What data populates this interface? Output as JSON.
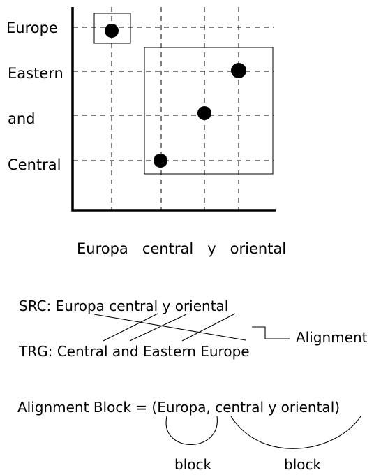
{
  "matrix": {
    "row_labels": [
      "Europe",
      "Eastern",
      "and",
      "Central"
    ],
    "column_caption": "Europa   central   y   oriental"
  },
  "alignment": {
    "src_line": "SRC: Europa central y oriental",
    "trg_line": "TRG: Central and Eastern Europe",
    "legend": "Alignment"
  },
  "block": {
    "formula": "Alignment Block = (Europa, central y oriental)",
    "label_1": "block",
    "label_2": "block"
  }
}
